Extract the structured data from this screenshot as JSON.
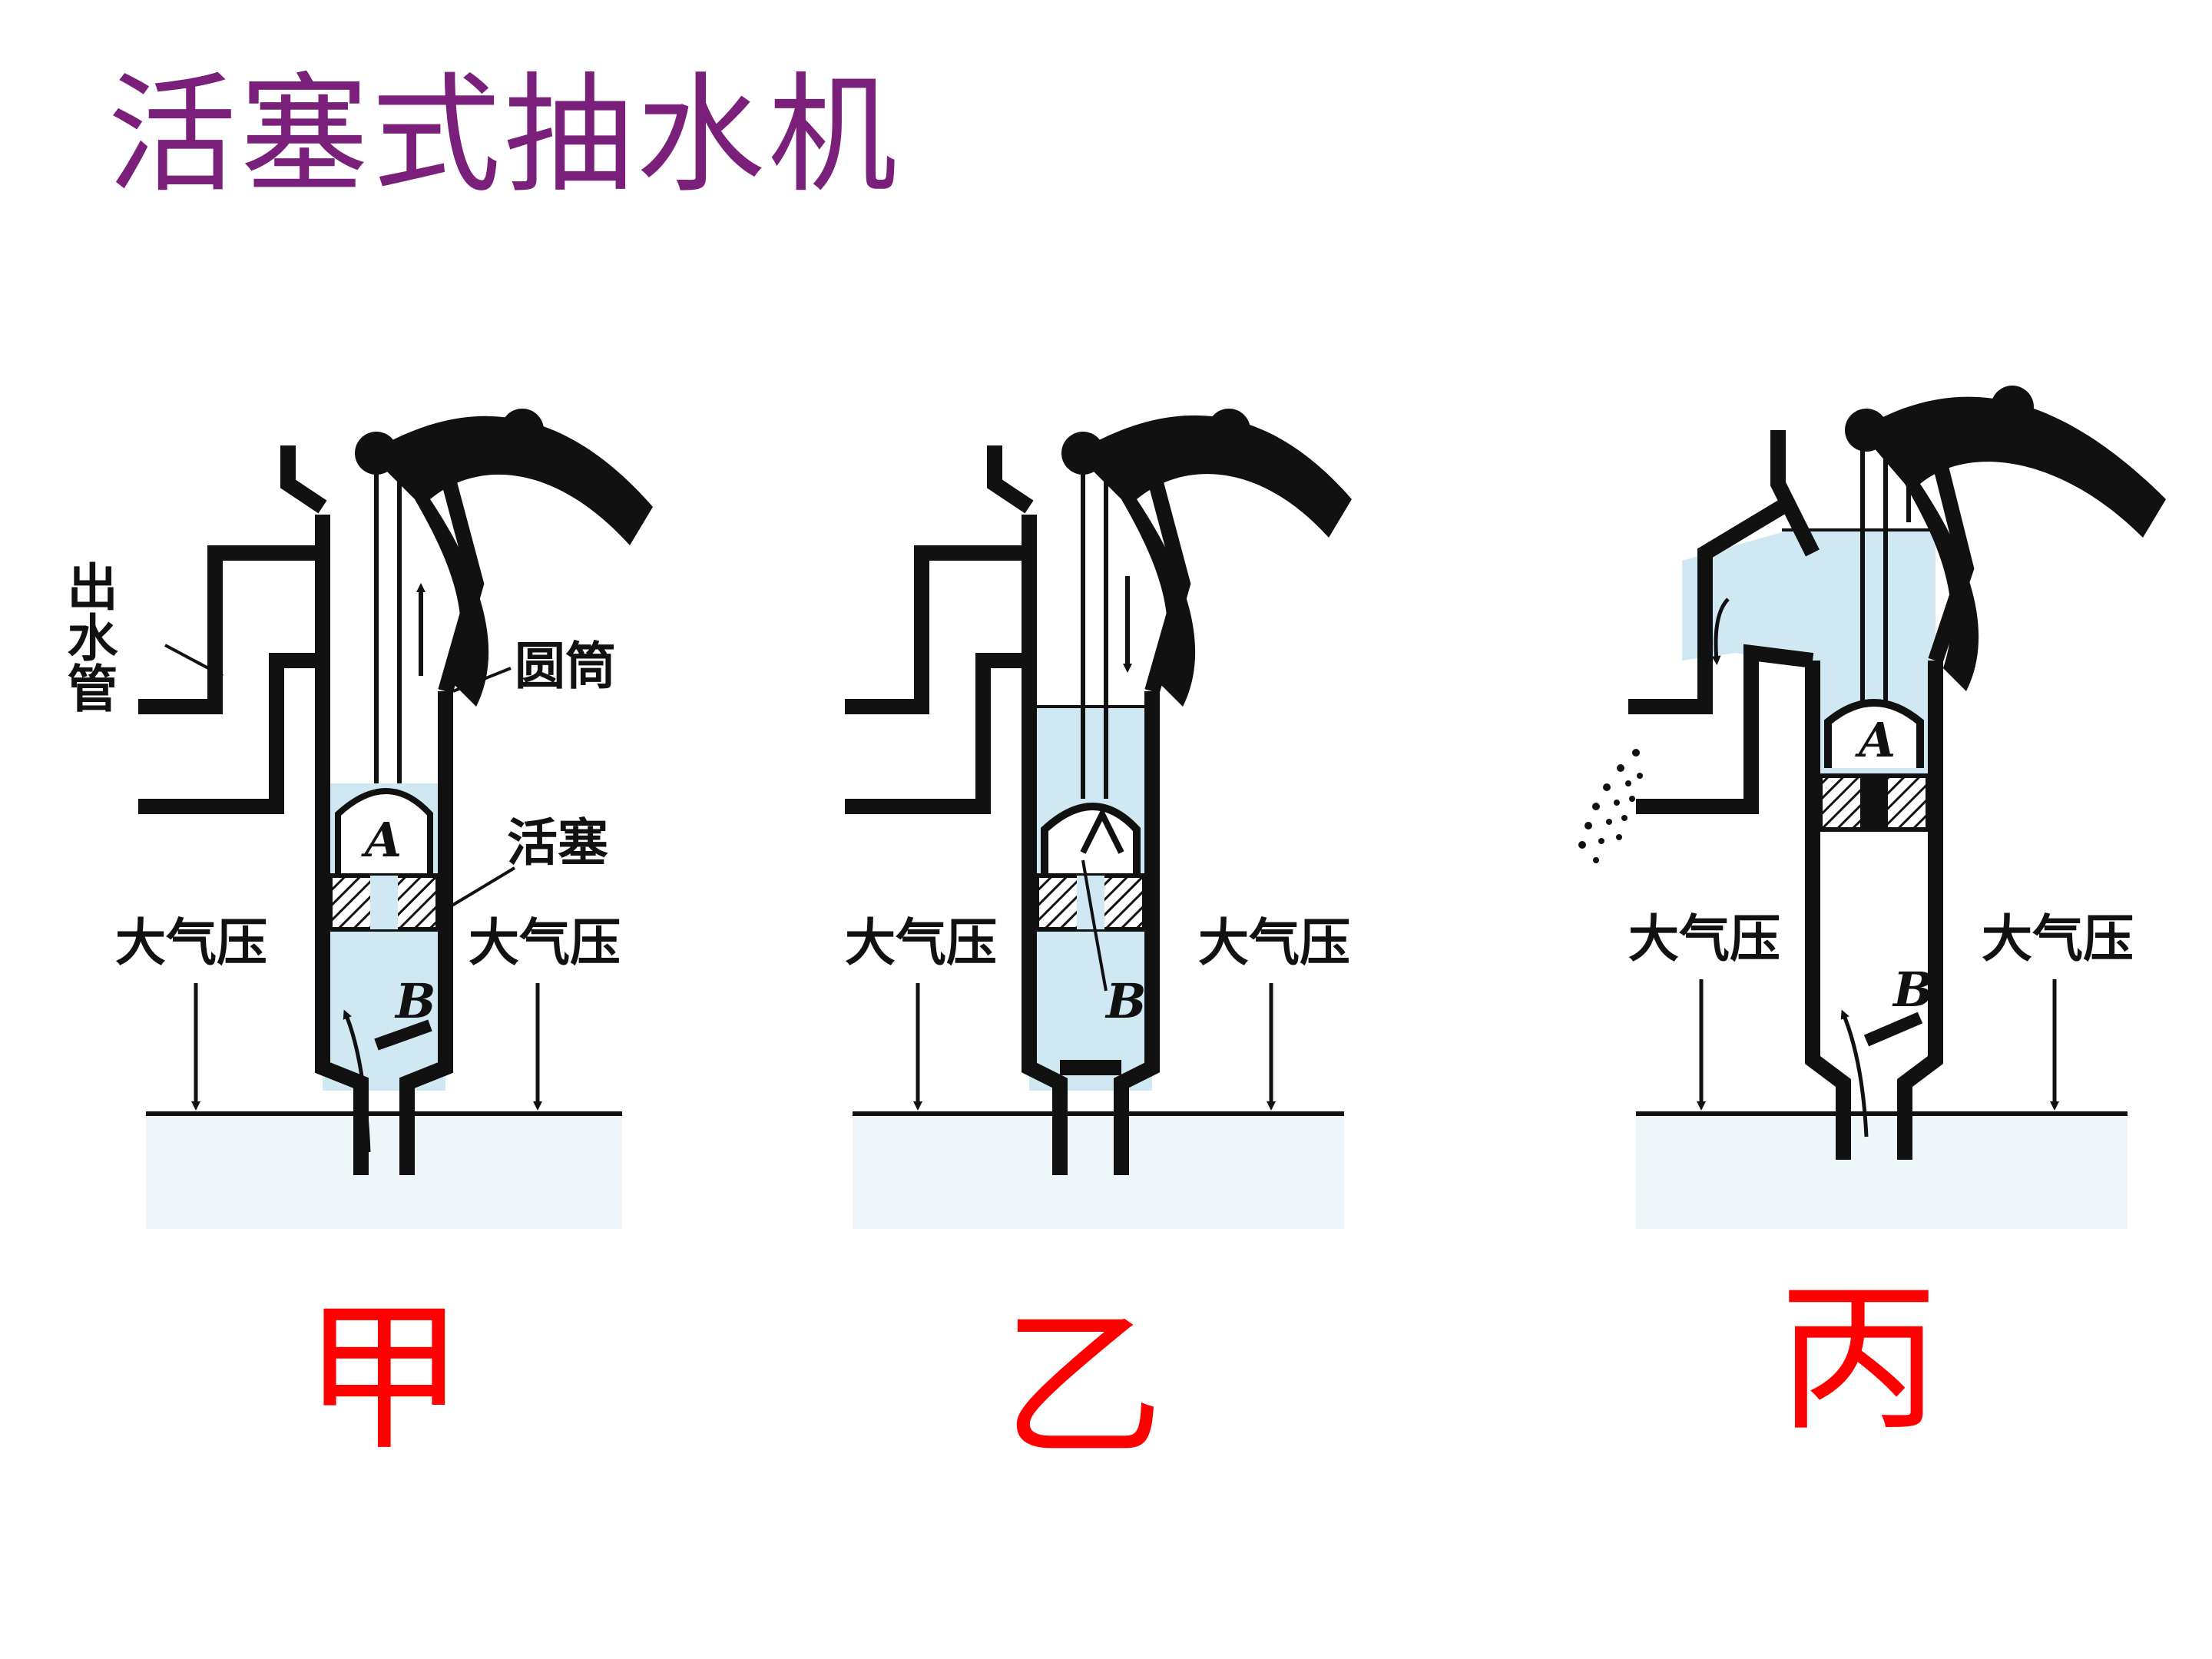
{
  "title": "活塞式抽水机",
  "labels": {
    "outlet_pipe": "出水管",
    "cylinder": "圆筒",
    "piston": "活塞",
    "atm_pressure": "大气压",
    "valve_a": "A",
    "valve_b": "B"
  },
  "captions": [
    "甲",
    "乙",
    "丙"
  ],
  "colors": {
    "title": "#7a1f7a",
    "caption": "#ff0000",
    "water": "#cfe8f2",
    "ink": "#111111"
  }
}
